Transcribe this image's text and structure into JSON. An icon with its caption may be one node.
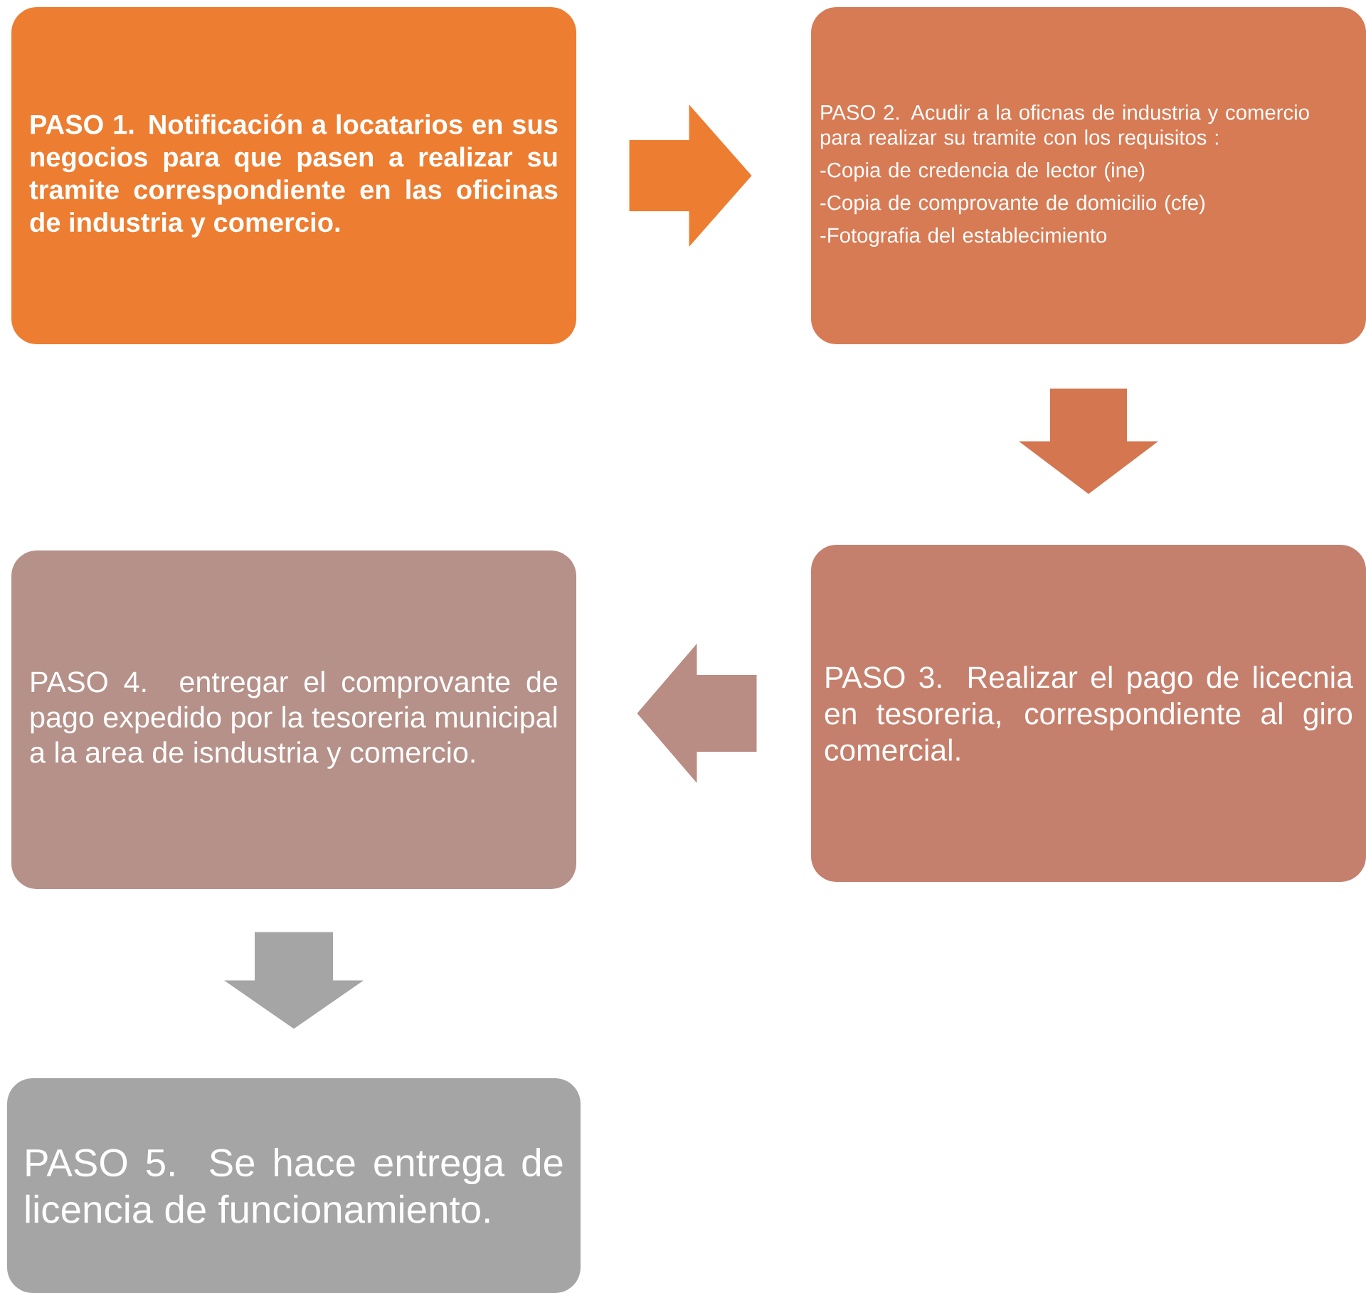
{
  "diagram": {
    "nodes": [
      {
        "text": [
          "PASO 1. Notificación a locatarios en sus negocios para que pasen a realizar su tramite correspondiente en las oficinas de industria y comercio."
        ]
      },
      {
        "text": [
          "PASO 2. Acudir a la oficnas de industria y comercio para realizar su tramite con los requisitos :",
          "-Copia de credencia de lector (ine)",
          "-Copia de comprovante de domicilio (cfe)",
          "-Fotografia del establecimiento"
        ]
      },
      {
        "text": [
          "PASO 3. Realizar el pago de licecnia en tesoreria, correspondiente al giro comercial."
        ]
      },
      {
        "text": [
          "PASO 4. entregar el comprovante de pago expedido por la tesoreria municipal a la area de isndustria y comercio."
        ]
      },
      {
        "text": [
          "PASO 5. Se hace entrega de licencia de funcionamiento."
        ]
      }
    ],
    "edges": [
      {
        "from": 0,
        "to": 1,
        "arrow": "to",
        "color": "#ed7d31"
      },
      {
        "from": 1,
        "to": 2,
        "arrow": "to",
        "color": "#d4764f"
      },
      {
        "from": 2,
        "to": 3,
        "arrow": "to",
        "color": "#b98c84"
      },
      {
        "from": 3,
        "to": 4,
        "arrow": "to",
        "color": "#a5a5a5"
      }
    ]
  }
}
